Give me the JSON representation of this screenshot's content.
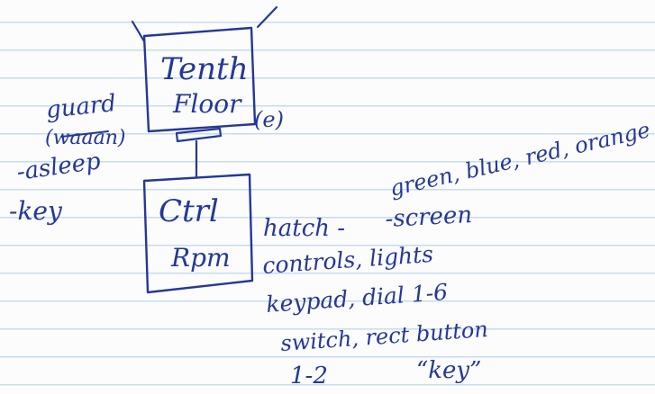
{
  "ink_color": "#24379a",
  "rule_color": "#c6dcf0",
  "room_top": {
    "line1": "Tenth",
    "line2": "Floor",
    "tag": "(e)"
  },
  "room_bottom": {
    "line1": "Ctrl",
    "line2": "Rpm"
  },
  "left_notes": {
    "guard": "guard",
    "struck": "(waaan)",
    "asleep": "-asleep",
    "key": "-key"
  },
  "right_notes": {
    "colors": "green, blue, red, orange",
    "hatch": "hatch -",
    "screen": "-screen",
    "controls": "controls, lights",
    "keypad": "keypad, dial 1-6",
    "switch": "switch, rect button",
    "range": "1-2",
    "key_quote": "“key”"
  }
}
